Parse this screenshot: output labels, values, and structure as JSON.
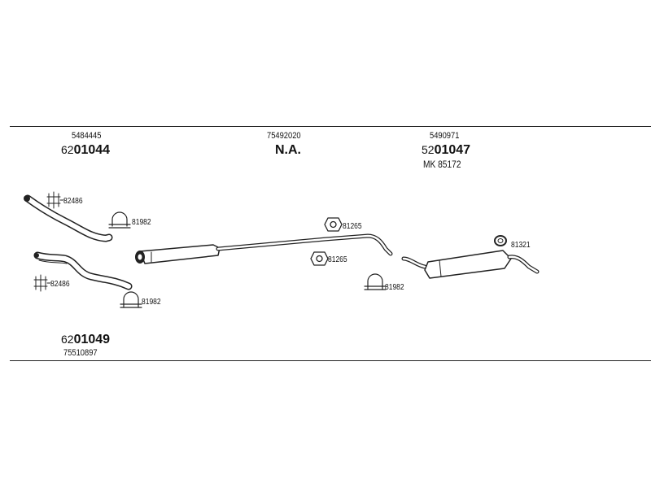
{
  "columns": [
    {
      "ref": "5484445",
      "code_prefix": "62",
      "code_main": "01044"
    },
    {
      "ref": "75492020",
      "code_main": "N.A."
    },
    {
      "ref": "5490971",
      "code_prefix": "52",
      "code_main": "01047",
      "extra": "MK  85172"
    }
  ],
  "bottom": {
    "code_prefix": "62",
    "code_main": "01049",
    "ref": "75510897"
  },
  "callouts": {
    "c1": "82486",
    "c2": "81982",
    "c3": "81265",
    "c4": "81265",
    "c5": "81321",
    "c6": "82486",
    "c7": "81982",
    "c8": "81982"
  }
}
